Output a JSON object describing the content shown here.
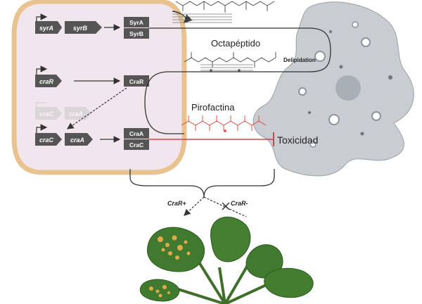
{
  "genes": {
    "syrA": "syrA",
    "syrB": "syrB",
    "craR": "craR",
    "craC_faded": "craC",
    "craA_faded": "craA",
    "craC": "craC",
    "craA": "craA"
  },
  "proteins": {
    "SyrA": "SyrA",
    "SyrB": "SyrB",
    "CraR": "CraR",
    "CraA": "CraA",
    "CraC": "CraC"
  },
  "labels": {
    "octapeptido": "Octapéptido",
    "delipidation": "Delipidation",
    "pirofactina": "Pirofactina",
    "toxicidad": "Toxicidad",
    "crar_plus": "CraR+",
    "crar_minus": "CraR-"
  },
  "colors": {
    "cell_border": "#e8c38f",
    "cell_fill": "#f1e6ee",
    "gene_box": "#555555",
    "faded_gene": "#c8c8c8",
    "amoeba": "#c9cdd2",
    "amoeba_dark": "#8d949b",
    "pirofactina_red": "#d9433a",
    "inhibit_line": "#c8484a",
    "leaf_green": "#3f7a2e",
    "lesion": "#e0a94a"
  }
}
